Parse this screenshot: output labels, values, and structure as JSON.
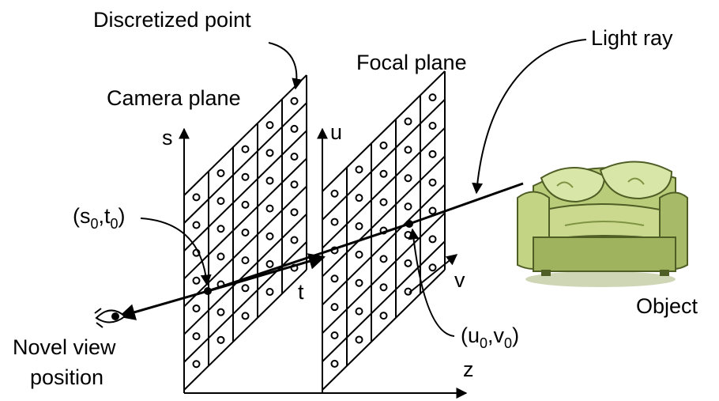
{
  "labels": {
    "discretized_point": "Discretized point",
    "camera_plane": "Camera plane",
    "focal_plane": "Focal plane",
    "light_ray": "Light ray",
    "object": "Object",
    "novel_view_line1": "Novel view",
    "novel_view_line2": "position",
    "axis_s": "s",
    "axis_t": "t",
    "axis_u": "u",
    "axis_v": "v",
    "axis_z": "z",
    "s0t0": {
      "open": "(s",
      "sub1": "0",
      "mid": ",t",
      "sub2": "0",
      "close": ")"
    },
    "u0v0": {
      "open": "(u",
      "sub1": "0",
      "mid": ",v",
      "sub2": "0",
      "close": ")"
    }
  },
  "colors": {
    "ink": "#000000",
    "sofa_light": "#d8e6a8",
    "sofa_mid": "#b9cc7a",
    "sofa_dark": "#7f9443",
    "sofa_shadow": "#4f5e25"
  },
  "grid": {
    "rows": 7,
    "cols": 5
  },
  "icons": [
    "eye-icon",
    "sofa-icon"
  ]
}
